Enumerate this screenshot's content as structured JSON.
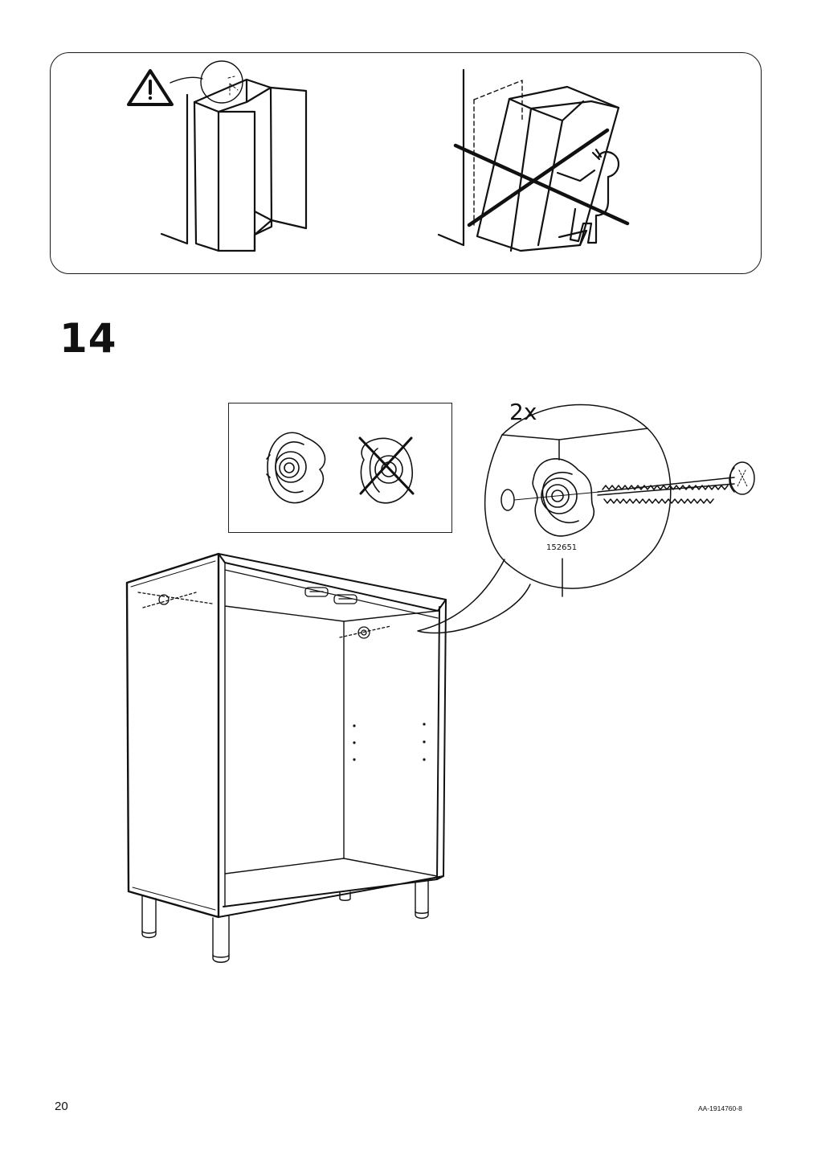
{
  "step": {
    "number": "14"
  },
  "callout": {
    "quantity": "2x",
    "part_number": "152651"
  },
  "footer": {
    "page_number": "20",
    "document_code": "AA-1914760-8"
  },
  "icons": {
    "warning": "warning-triangle-icon",
    "correct_cam": "cam-lock-icon",
    "wrong_cam": "crossed-cam-lock-icon",
    "screw": "screw-icon",
    "person": "person-icon"
  }
}
